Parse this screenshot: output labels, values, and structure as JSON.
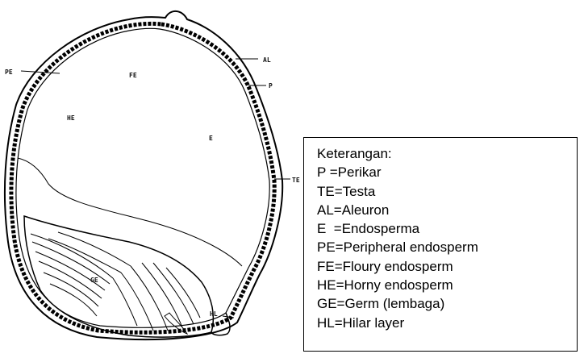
{
  "diagram": {
    "labels": {
      "al": "AL",
      "pe": "PE",
      "fe": "FE",
      "p": "P",
      "he": "HE",
      "e": "E",
      "te": "TE",
      "ge": "GE",
      "hl": "HL"
    }
  },
  "legend": {
    "title": "Keterangan:",
    "items": [
      "P =Perikar",
      "TE=Testa",
      "AL=Aleuron",
      "E  =Endosperma",
      "PE=Peripheral endosperm",
      "FE=Floury endosperm",
      "HE=Horny endosperm",
      "GE=Germ (lembaga)",
      "HL=Hilar layer"
    ]
  }
}
